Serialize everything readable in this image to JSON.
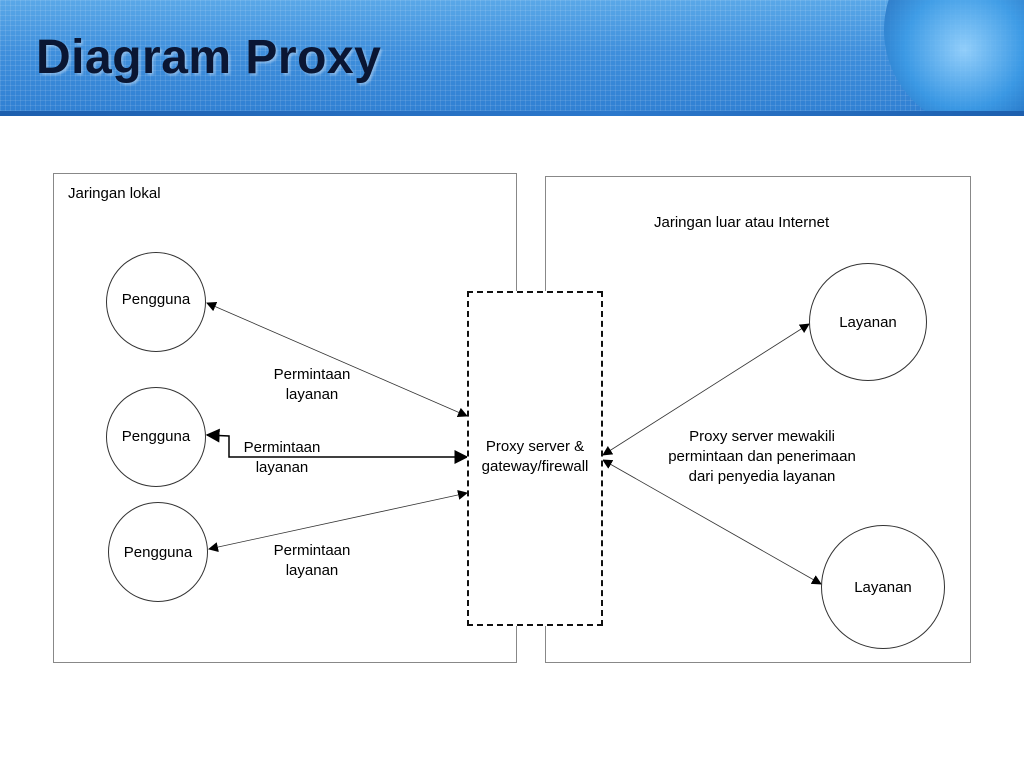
{
  "slide": {
    "title": "Diagram Proxy"
  },
  "local_network": {
    "label": "Jaringan lokal",
    "users": [
      {
        "label": "Pengguna"
      },
      {
        "label": "Pengguna"
      },
      {
        "label": "Pengguna"
      }
    ],
    "request_labels": [
      {
        "line1": "Permintaan",
        "line2": "layanan"
      },
      {
        "line1": "Permintaan",
        "line2": "layanan"
      },
      {
        "line1": "Permintaan",
        "line2": "layanan"
      }
    ]
  },
  "proxy": {
    "line1": "Proxy server &",
    "line2": "gateway/firewall"
  },
  "external_network": {
    "label": "Jaringan luar atau Internet",
    "services": [
      {
        "label": "Layanan"
      },
      {
        "label": "Layanan"
      }
    ],
    "note": {
      "line1": "Proxy server mewakili",
      "line2": "permintaan dan penerimaan",
      "line3": "dari penyedia layanan"
    }
  }
}
